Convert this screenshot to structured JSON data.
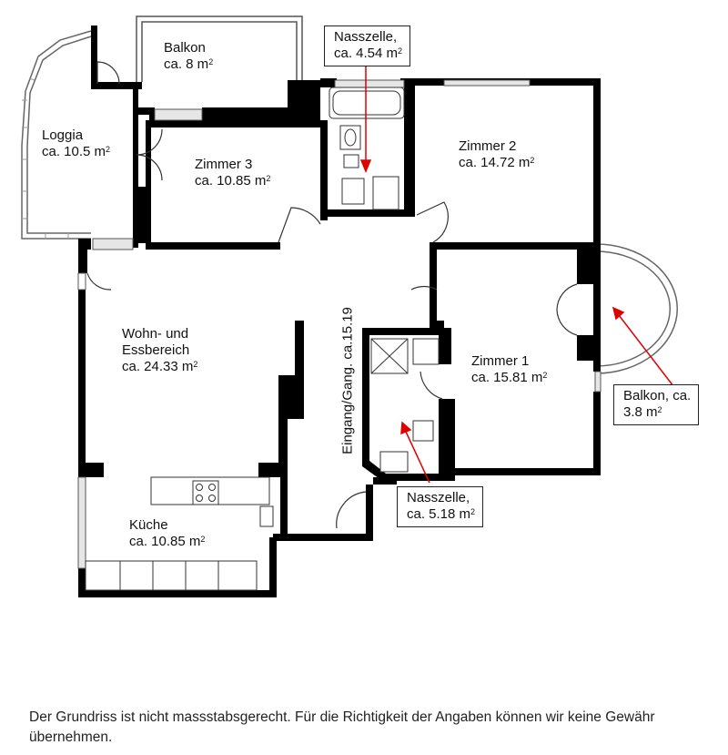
{
  "colors": {
    "wall": "#000000",
    "window": "#c8c8c8",
    "annotation": "#e00000",
    "background": "#ffffff"
  },
  "rooms": {
    "balkon_top": {
      "name": "Balkon",
      "area": "ca. 8 m"
    },
    "loggia": {
      "name": "Loggia",
      "area": "ca. 10.5 m"
    },
    "zimmer3": {
      "name": "Zimmer 3",
      "area": "ca. 10.85 m"
    },
    "nasszelle_top": {
      "name": "Nasszelle,",
      "area": "ca. 4.54 m"
    },
    "zimmer2": {
      "name": "Zimmer 2",
      "area": "ca. 14.72 m"
    },
    "wohnen": {
      "name1": "Wohn- und",
      "name2": "Essbereich",
      "area": "ca. 24.33 m"
    },
    "eingang": {
      "label": "Eingang/Gang. ca.15.19"
    },
    "zimmer1": {
      "name": "Zimmer 1",
      "area": "ca. 15.81 m"
    },
    "balkon_right": {
      "name": "Balkon, ca.",
      "area": "3.8 m"
    },
    "nasszelle_bottom": {
      "name": "Nasszelle,",
      "area": "ca. 5.18 m"
    },
    "kueche": {
      "name": "Küche",
      "area": "ca. 10.85 m"
    }
  },
  "area_unit_exponent": "2",
  "disclaimer": "Der Grundriss ist nicht massstabsgerecht. Für die Richtigkeit der Angaben können wir keine Gewähr übernehmen."
}
